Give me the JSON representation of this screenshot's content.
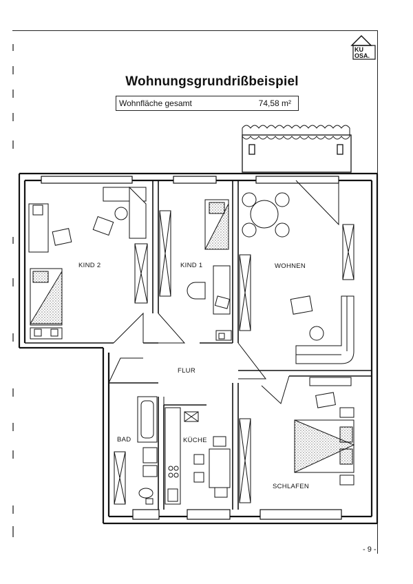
{
  "title": "Wohnungsgrundrißbeispiel",
  "area": {
    "label": "Wohnfläche gesamt",
    "value": "74,58 m²"
  },
  "logo_text": {
    "line1": "KU",
    "line2": "OSA."
  },
  "rooms": {
    "kind2": "KIND 2",
    "kind1": "KIND 1",
    "wohnen": "WOHNEN",
    "flur": "FLUR",
    "bad": "BAD",
    "kueche": "KÜCHE",
    "schlafen": "SCHLAFEN"
  },
  "page_number": "- 9 -"
}
